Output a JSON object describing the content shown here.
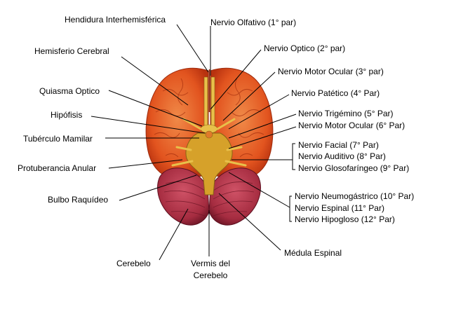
{
  "colors": {
    "cortex": "#e2541f",
    "cortex_dark": "#b8320f",
    "cortex_light": "#f07a3c",
    "cerebellum": "#b8364a",
    "cerebellum_dark": "#7e1e2e",
    "brainstem": "#d6a12a",
    "nerve": "#e8c04a",
    "line": "#000000"
  },
  "labels": {
    "left": {
      "hendidura": "Hendidura Interhemisférica",
      "hemisferio": "Hemisferio Cerebral",
      "quiasma": "Quiasma Optico",
      "hipofisis": "Hipófisis",
      "tuberculo": "Tubérculo Mamilar",
      "protuberancia": "Protuberancia Anular",
      "bulbo": "Bulbo Raquídeo"
    },
    "right": {
      "olfativo": "Nervio Olfativo (1° par)",
      "optico": "Nervio Optico (2° par)",
      "motor_ocular_3": "Nervio Motor Ocular  (3° par)",
      "patetico": "Nervio Patético (4° Par)",
      "trigemino": "Nervio Trigémino (5° Par)",
      "motor_ocular_6": "Nervio Motor Ocular (6° Par)",
      "facial": "Nervio Facial (7° Par)",
      "auditivo": "Nervio Auditivo (8° Par)",
      "glosofaringeo": "Nervio Glosofaríngeo (9° Par)",
      "neumogastrico": "Nervio Neumogástrico (10° Par)",
      "espinal": "Nervio Espinal (11° Par)",
      "hipogloso": "Nervio Hipogloso (12° Par)"
    },
    "bottom": {
      "cerebelo": "Cerebelo",
      "vermis_1": "Vermis del",
      "vermis_2": "Cerebelo",
      "medula": "Médula Espinal"
    }
  }
}
